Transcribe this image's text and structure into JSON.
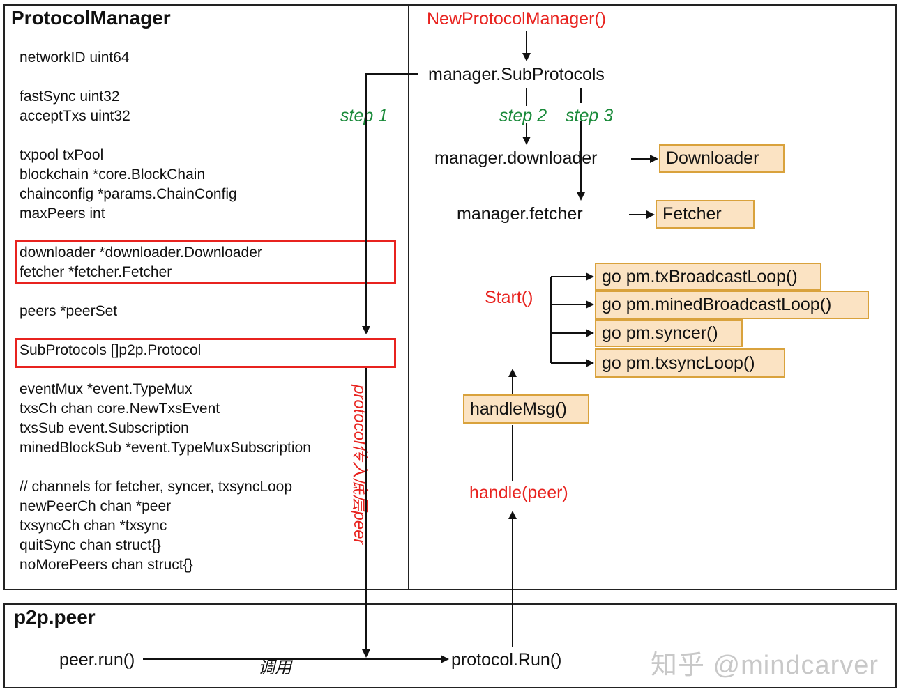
{
  "protocol_manager": {
    "title": "ProtocolManager",
    "fields": {
      "network": "networkID uint64",
      "sync": [
        "fastSync uint32",
        "acceptTxs uint32"
      ],
      "core": [
        "txpool txPool",
        "blockchain *core.BlockChain",
        "chainconfig *params.ChainConfig",
        "maxPeers int"
      ],
      "highlight_downloader": [
        "downloader *downloader.Downloader",
        "fetcher *fetcher.Fetcher"
      ],
      "peers": "peers *peerSet",
      "highlight_subprotocols": "SubProtocols []p2p.Protocol",
      "events": [
        "eventMux *event.TypeMux",
        "txsCh chan core.NewTxsEvent",
        "txsSub event.Subscription",
        "minedBlockSub *event.TypeMuxSubscription"
      ],
      "channels": [
        "// channels for fetcher, syncer, txsyncLoop",
        "newPeerCh chan *peer",
        "txsyncCh chan *txsync",
        "quitSync chan struct{}",
        "noMorePeers chan struct{}"
      ]
    }
  },
  "flow": {
    "constructor": "NewProtocolManager()",
    "subprotocols": "manager.SubProtocols",
    "downloader": "manager.downloader",
    "fetcher": "manager.fetcher",
    "downloader_box": "Downloader",
    "fetcher_box": "Fetcher",
    "start": "Start()",
    "loops": [
      "go pm.txBroadcastLoop()",
      "go pm.minedBroadcastLoop()",
      "go pm.syncer()",
      "go pm.txsyncLoop()"
    ],
    "handle_msg": "handleMsg()",
    "handle_peer": "handle(peer)",
    "step1": "step 1",
    "step2": "step 2",
    "step3": "step 3",
    "protocol_pass": "protocol传入底层peer"
  },
  "p2p": {
    "title": "p2p.peer",
    "peer_run": "peer.run()",
    "call_label": "调用",
    "protocol_run": "protocol.Run()"
  },
  "watermark": "知乎 @mindcarver",
  "colors": {
    "highlight_red": "#e8231f",
    "step_green": "#1a8a3a",
    "box_fill": "#fbe3c3",
    "box_border": "#d9a23c"
  }
}
